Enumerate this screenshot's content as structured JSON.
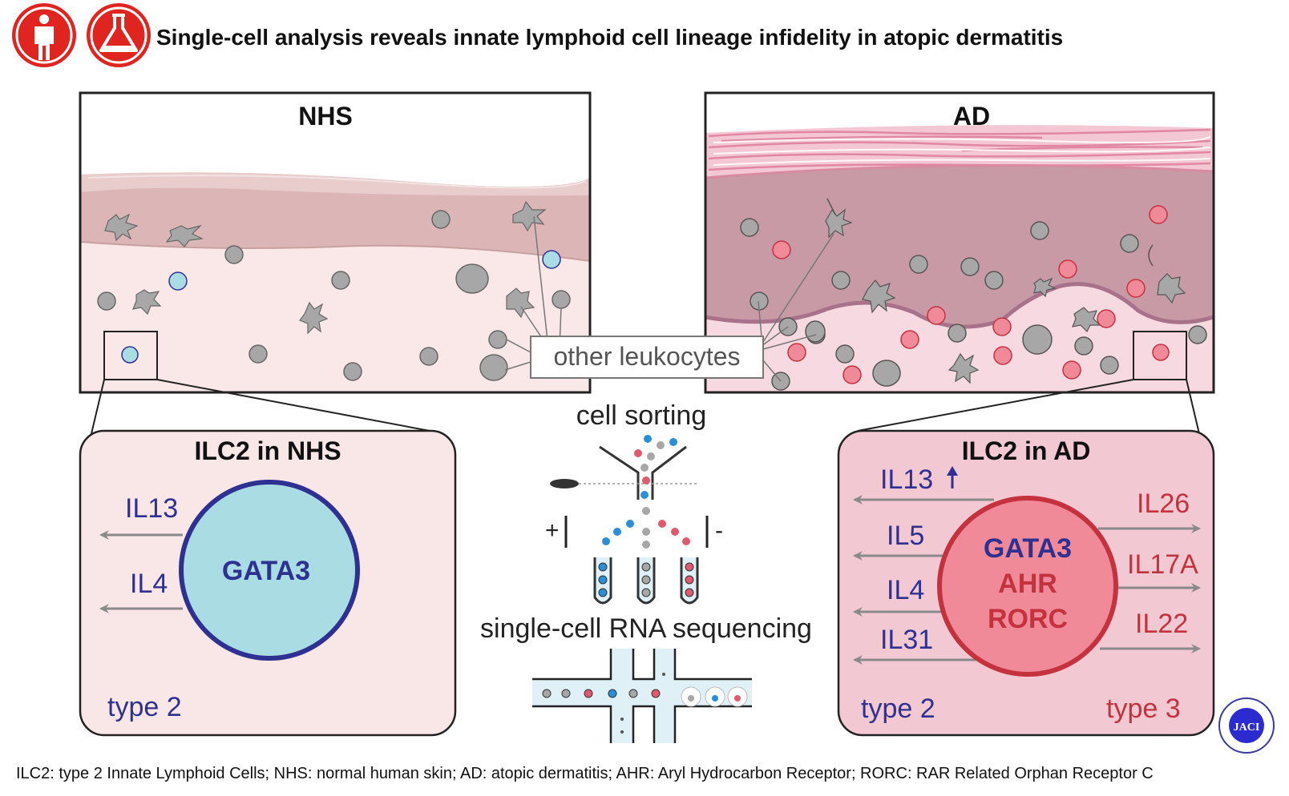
{
  "header": {
    "title": "Single-cell analysis reveals innate lymphoid cell lineage infidelity in atopic dermatitis",
    "icons": [
      "human-figure-icon",
      "flask-icon"
    ]
  },
  "panels": {
    "nhs": {
      "title": "NHS",
      "callout": "other leukocytes"
    },
    "ad": {
      "title": "AD"
    }
  },
  "ilc2_nhs": {
    "title": "ILC2 in NHS",
    "cell": "GATA3",
    "outputs": [
      "IL13",
      "IL4"
    ],
    "type_label": "type 2"
  },
  "ilc2_ad": {
    "title": "ILC2 in AD",
    "cell_lines": [
      "GATA3",
      "AHR",
      "RORC"
    ],
    "left_outputs": [
      "IL13",
      "IL5",
      "IL4",
      "IL31"
    ],
    "right_outputs": [
      "IL26",
      "IL17A",
      "IL22"
    ],
    "type_left": "type 2",
    "type_right": "type 3"
  },
  "method": {
    "sorting": "cell sorting",
    "plus": "+",
    "minus": "-",
    "sequencing": "single-cell RNA sequencing"
  },
  "footnote": "ILC2: type 2 Innate Lymphoid Cells; NHS: normal human skin; AD: atopic dermatitis; AHR: Aryl Hydrocarbon Receptor; RORC: RAR Related Orphan Receptor C",
  "logo": {
    "text": "JACI"
  },
  "colors": {
    "header_red": "#e02520",
    "nhs_upper": "#dcb6b6",
    "nhs_dermis": "#fae8e8",
    "ad_upper": "#c89aa6",
    "ad_dermis": "#f7d9e1",
    "ilc2_blue": "#aadce4",
    "ilc2_red": "#f08a98",
    "type2_blue": "#2e3192",
    "type3_red": "#c4323e",
    "cell_gray": "#a7a7a7"
  }
}
